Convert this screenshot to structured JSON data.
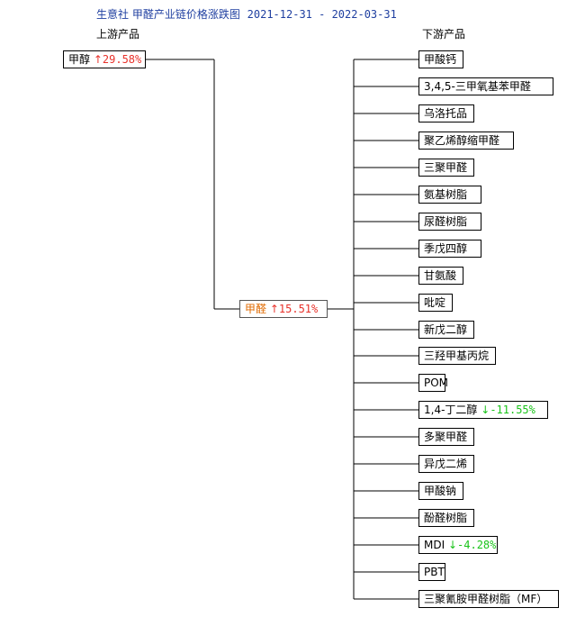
{
  "title": "生意社 甲醛产业链价格涨跌图",
  "date_range": "2021-12-31 - 2022-03-31",
  "upstream_header": "上游产品",
  "downstream_header": "下游产品",
  "upstream": [
    {
      "name": "甲醇",
      "arrow": "↑",
      "change": "29.58%",
      "direction": "up"
    }
  ],
  "center": {
    "name": "甲醛",
    "arrow": "↑",
    "change": "15.51%",
    "direction": "up"
  },
  "downstream": [
    {
      "name": "甲酸钙"
    },
    {
      "name": "3,4,5-三甲氧基苯甲醛"
    },
    {
      "name": "乌洛托品"
    },
    {
      "name": "聚乙烯醇缩甲醛"
    },
    {
      "name": "三聚甲醛"
    },
    {
      "name": "氨基树脂"
    },
    {
      "name": "尿醛树脂"
    },
    {
      "name": "季戊四醇"
    },
    {
      "name": "甘氨酸"
    },
    {
      "name": "吡啶"
    },
    {
      "name": "新戊二醇"
    },
    {
      "name": "三羟甲基丙烷"
    },
    {
      "name": "POM"
    },
    {
      "name": "1,4-丁二醇",
      "arrow": "↓",
      "change": "-11.55%",
      "direction": "down"
    },
    {
      "name": "多聚甲醛"
    },
    {
      "name": "异戊二烯"
    },
    {
      "name": "甲酸钠"
    },
    {
      "name": "酚醛树脂"
    },
    {
      "name": "MDI",
      "arrow": "↓",
      "change": "-4.28%",
      "direction": "down"
    },
    {
      "name": "PBT"
    },
    {
      "name": "三聚氰胺甲醛树脂（MF）"
    }
  ],
  "colors": {
    "title": "#1f3fa0",
    "up": "#e8322b",
    "down": "#19c319",
    "center_name": "#e06a00"
  }
}
